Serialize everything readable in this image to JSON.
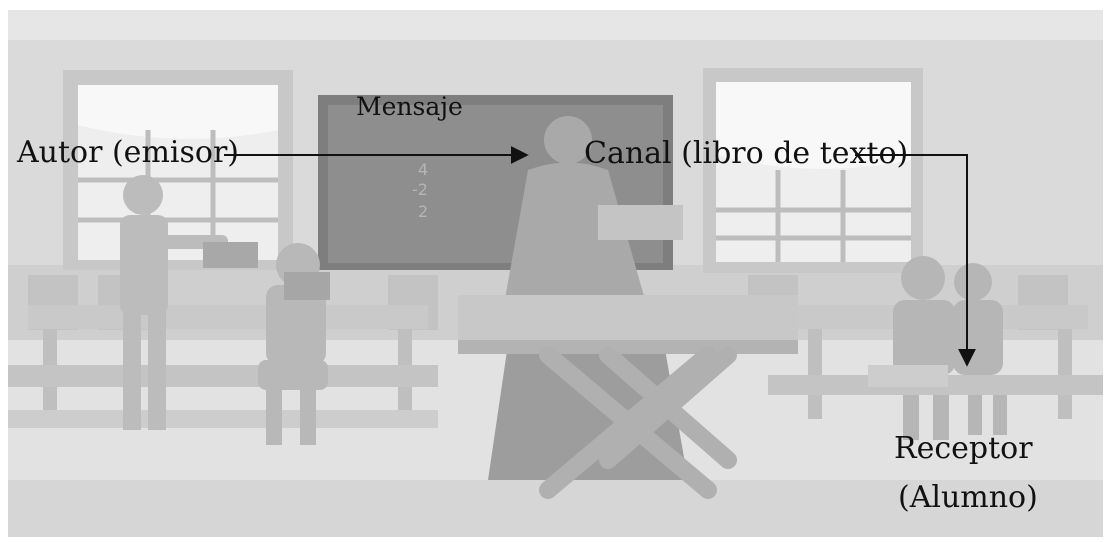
{
  "diagram": {
    "sender_label": "Autor (emisor)",
    "message_label": "Mensaje",
    "channel_label": "Canal  (libro de texto)",
    "receiver_label_line1": "Receptor",
    "receiver_label_line2": "(Alumno)"
  },
  "colors": {
    "scene_background": "#dcdcdc",
    "label_text": "#111111",
    "arrow": "#111111"
  }
}
